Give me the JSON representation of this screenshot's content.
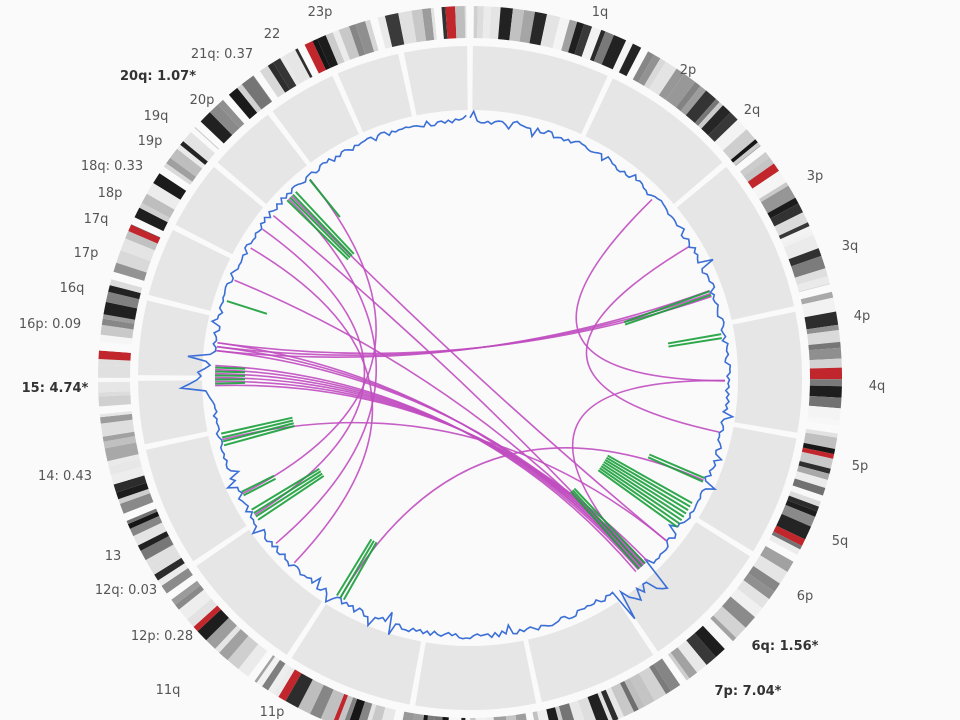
{
  "chart_data": {
    "type": "circos",
    "arm_labels": [
      {
        "label": "1q",
        "bold": false
      },
      {
        "label": "2p",
        "bold": false
      },
      {
        "label": "2q",
        "bold": false
      },
      {
        "label": "3p",
        "bold": false
      },
      {
        "label": "3q",
        "bold": false
      },
      {
        "label": "4p",
        "bold": false
      },
      {
        "label": "4q",
        "bold": false
      },
      {
        "label": "5p",
        "bold": false
      },
      {
        "label": "5q",
        "bold": false
      },
      {
        "label": "6p",
        "bold": false
      },
      {
        "label": "6q: 1.56*",
        "bold": true
      },
      {
        "label": "7p: 7.04*",
        "bold": true
      },
      {
        "label": "11p",
        "bold": false
      },
      {
        "label": "11q",
        "bold": false
      },
      {
        "label": "12p: 0.28",
        "bold": false
      },
      {
        "label": "12q: 0.03",
        "bold": false
      },
      {
        "label": "13",
        "bold": false
      },
      {
        "label": "14: 0.43",
        "bold": false
      },
      {
        "label": "15: 4.74*",
        "bold": true
      },
      {
        "label": "16p: 0.09",
        "bold": false
      },
      {
        "label": "16q",
        "bold": false
      },
      {
        "label": "17p",
        "bold": false
      },
      {
        "label": "17q",
        "bold": false
      },
      {
        "label": "18p",
        "bold": false
      },
      {
        "label": "18q: 0.33",
        "bold": false
      },
      {
        "label": "19p",
        "bold": false
      },
      {
        "label": "19q",
        "bold": false
      },
      {
        "label": "20p",
        "bold": false
      },
      {
        "label": "20q: 1.07*",
        "bold": true
      },
      {
        "label": "21q: 0.37",
        "bold": false
      },
      {
        "label": "22",
        "bold": false
      },
      {
        "label": "23p",
        "bold": false
      }
    ],
    "links": [
      {
        "from": "15",
        "to": "7p",
        "type": "translocation",
        "weight": 6
      },
      {
        "from": "16p",
        "to": "7p",
        "type": "translocation",
        "weight": 3
      },
      {
        "from": "17q",
        "to": "7p",
        "type": "translocation",
        "weight": 1
      },
      {
        "from": "19q",
        "to": "7p",
        "type": "translocation",
        "weight": 1
      },
      {
        "from": "20p",
        "to": "6q",
        "type": "translocation",
        "weight": 1
      },
      {
        "from": "16p",
        "to": "3q",
        "type": "translocation",
        "weight": 3
      },
      {
        "from": "2q",
        "to": "4q",
        "type": "translocation",
        "weight": 1
      },
      {
        "from": "4q",
        "to": "7p",
        "type": "translocation",
        "weight": 1
      },
      {
        "from": "13",
        "to": "21q",
        "type": "translocation",
        "weight": 1
      },
      {
        "from": "12q",
        "to": "19p",
        "type": "translocation",
        "weight": 1
      },
      {
        "from": "14",
        "to": "6q",
        "type": "translocation",
        "weight": 1
      },
      {
        "from": "11q",
        "to": "18q",
        "type": "translocation",
        "weight": 1
      },
      {
        "from": "12p",
        "to": "20q",
        "type": "translocation",
        "weight": 1
      },
      {
        "from": "11p",
        "to": "5q",
        "type": "translocation",
        "weight": 1
      },
      {
        "from": "3p",
        "to": "5p",
        "type": "translocation",
        "weight": 1
      },
      {
        "from": "15",
        "to": "16q",
        "type": "inversion",
        "weight": 5
      },
      {
        "from": "14",
        "to": "15",
        "type": "inversion",
        "weight": 4
      },
      {
        "from": "13",
        "to": "14",
        "type": "inversion",
        "weight": 2
      },
      {
        "from": "12q",
        "to": "13",
        "type": "inversion",
        "weight": 4
      },
      {
        "from": "17p",
        "to": "17q",
        "type": "inversion",
        "weight": 1
      },
      {
        "from": "20p",
        "to": "19q",
        "type": "inversion",
        "weight": 4
      },
      {
        "from": "21q",
        "to": "20q",
        "type": "inversion",
        "weight": 1
      },
      {
        "from": "3q",
        "to": "3p",
        "type": "inversion",
        "weight": 2
      },
      {
        "from": "4p",
        "to": "4q",
        "type": "inversion",
        "weight": 2
      },
      {
        "from": "6p",
        "to": "6q",
        "type": "inversion",
        "weight": 8
      },
      {
        "from": "5q",
        "to": "6p",
        "type": "inversion",
        "weight": 2
      },
      {
        "from": "7p",
        "to": "11q",
        "type": "inversion",
        "weight": 3
      },
      {
        "from": "11p",
        "to": "7p",
        "type": "inversion",
        "weight": 3
      }
    ],
    "colors": {
      "translocation": "#c04cc0",
      "inversion": "#1a9e3a",
      "copy_number": "#3b6fd6",
      "track": "#e6e6e6",
      "centromere": "#c0262b"
    }
  }
}
